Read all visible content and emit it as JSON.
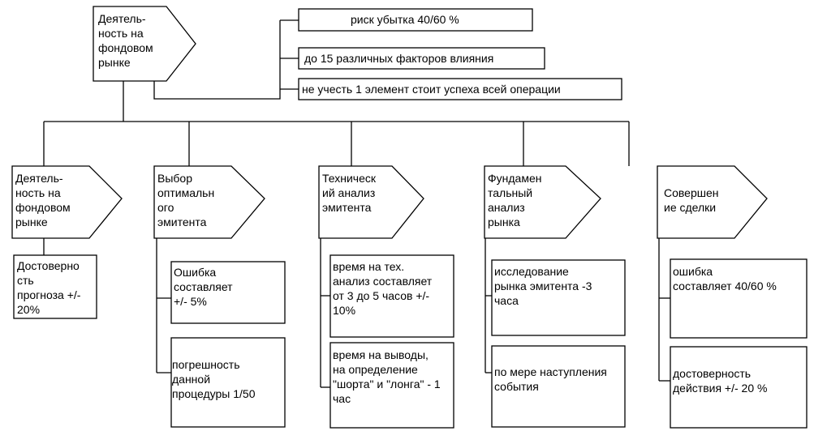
{
  "root": {
    "title": "Деятель-\nность на\nфондовом\nрынке",
    "notes": [
      "риск убытка 40/60 %",
      "до 15 различных факторов влияния",
      "не учесть 1 элемент стоит успеха всей операции"
    ]
  },
  "stages": [
    {
      "title": "Деятель-\nность на\nфондовом\nрынке",
      "details": [
        "Достоверно\nсть\nпрогноза +/-\n20%"
      ]
    },
    {
      "title": "Выбор\nоптимальн\nого\nэмитента",
      "details": [
        "Ошибка\nсоставляет\n+/-  5%",
        "погрешность\nданной\nпроцедуры 1/50"
      ]
    },
    {
      "title": "Техническ\nий анализ\nэмитента",
      "details": [
        "время на тех.\nанализ составляет\nот 3 до 5   часов +/-\n10%",
        "время на выводы,\nна определение\n\"шорта\" и \"лонга\" - 1\nчас"
      ]
    },
    {
      "title": "Фундамен\nтальный\nанализ\nрынка",
      "details": [
        "исследование\nрынка эмитента -3\nчаса",
        "по мере наступления\nсобытия"
      ]
    },
    {
      "title": "Совершен\nие сделки",
      "details": [
        "ошибка\nсоставляет 40/60   %",
        "достоверность\nдействия +/- 20 %"
      ]
    }
  ]
}
